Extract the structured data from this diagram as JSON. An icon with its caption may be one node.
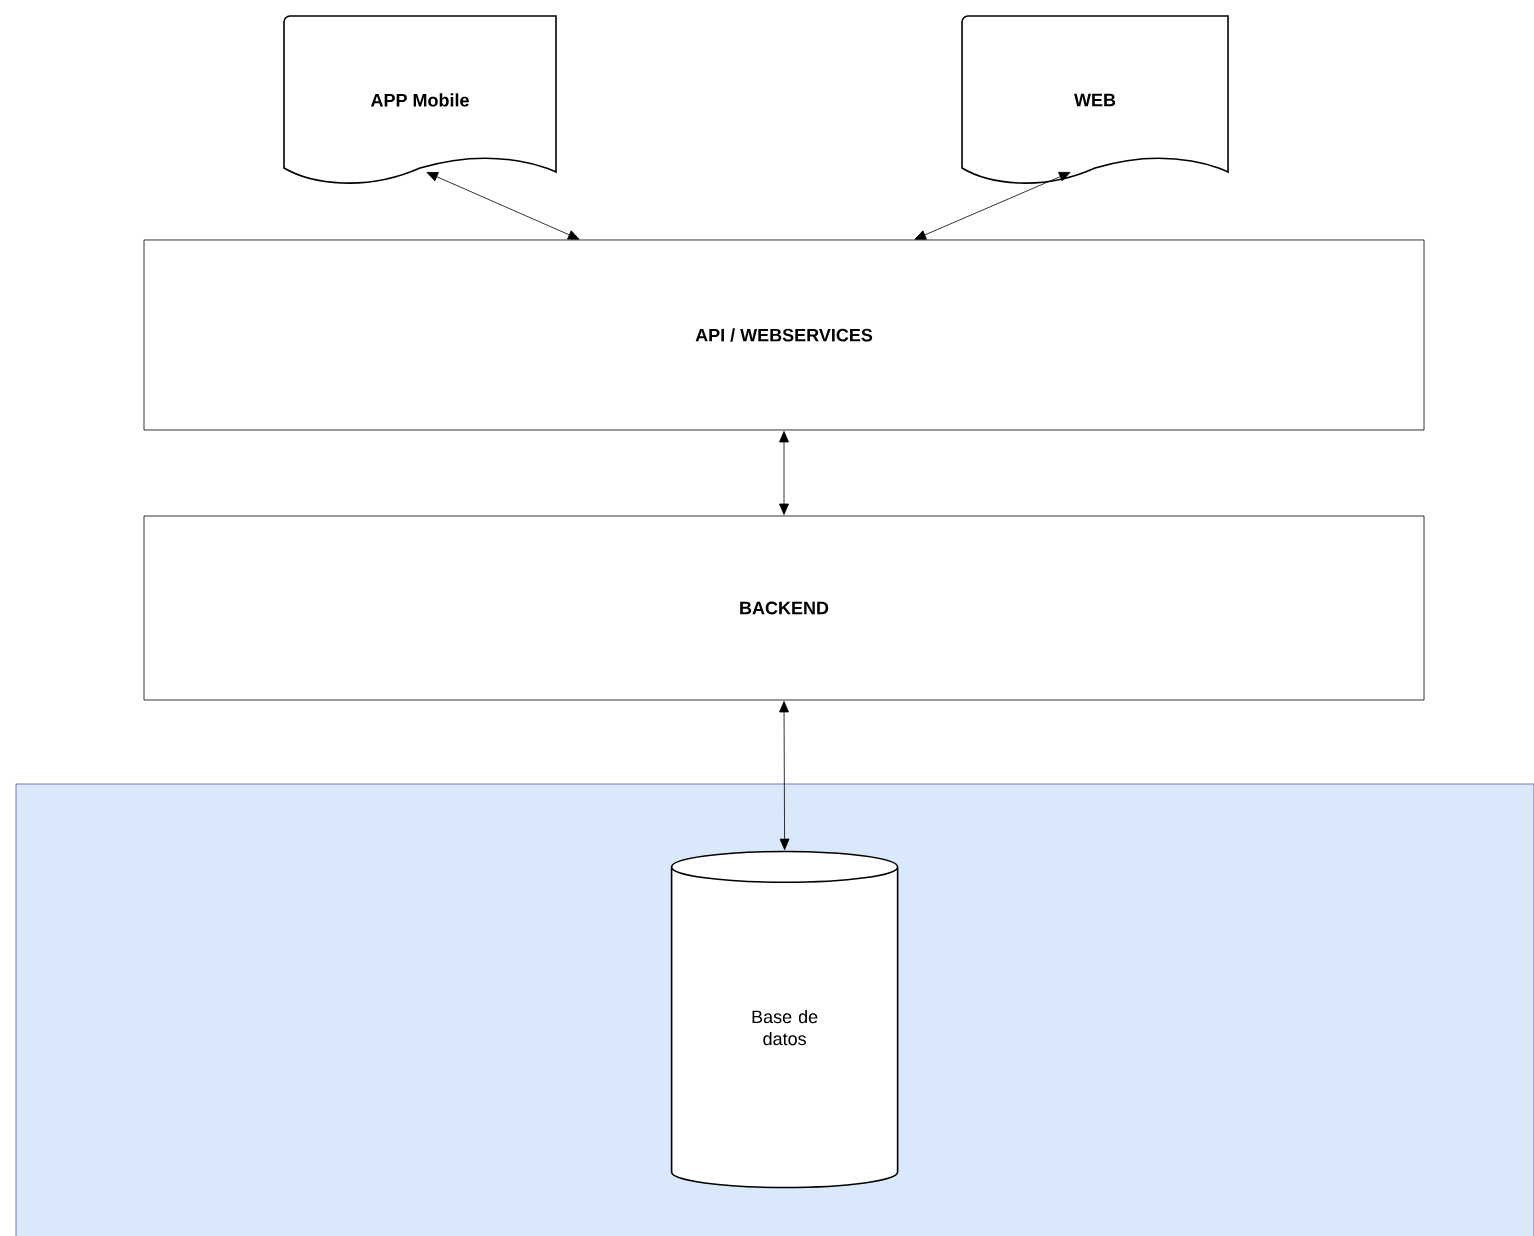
{
  "diagram": {
    "nodes": [
      {
        "text": [
          "APP Mobile"
        ]
      },
      {
        "text": [
          "WEB"
        ]
      },
      {
        "text": [
          "API / WEBSERVICES"
        ]
      },
      {
        "text": [
          "BACKEND"
        ]
      },
      {
        "text": [],
        "shape": "box"
      },
      {
        "text": [
          "Base de datos"
        ],
        "in": 4
      }
    ],
    "edges": [
      {
        "from": 0,
        "to": 2,
        "arrow": "both"
      },
      {
        "from": 1,
        "to": 2,
        "arrow": "both"
      },
      {
        "from": 2,
        "to": 3,
        "arrow": "both"
      },
      {
        "from": 3,
        "to": 5,
        "arrow": "both"
      }
    ]
  }
}
